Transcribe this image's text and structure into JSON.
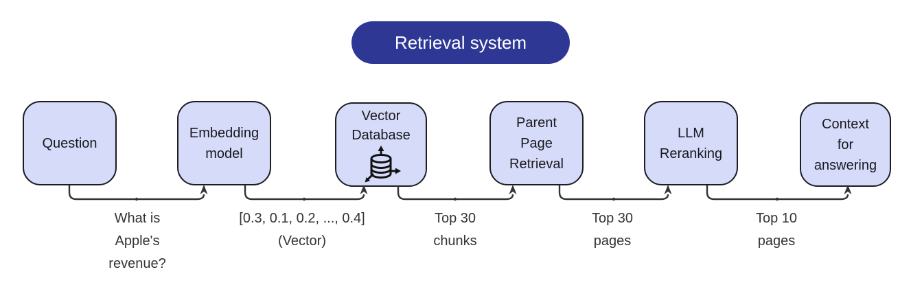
{
  "diagram": {
    "title": "Retrieval system",
    "nodes": [
      {
        "id": "question",
        "label": "Question"
      },
      {
        "id": "embedding-model",
        "label": "Embedding\nmodel"
      },
      {
        "id": "vector-database",
        "label": "Vector\nDatabase",
        "icon": "database-sync-icon"
      },
      {
        "id": "parent-page-retrieval",
        "label": "Parent\nPage\nRetrieval"
      },
      {
        "id": "llm-reranking",
        "label": "LLM\nReranking"
      },
      {
        "id": "context-for-answering",
        "label": "Context\nfor\nanswering"
      }
    ],
    "edges": [
      {
        "from": "question",
        "to": "embedding-model",
        "label": "What is\nApple's\nrevenue?"
      },
      {
        "from": "embedding-model",
        "to": "vector-database",
        "label": "[0.3, 0.1, 0.2, ..., 0.4]\n(Vector)"
      },
      {
        "from": "vector-database",
        "to": "parent-page-retrieval",
        "label": "Top 30\nchunks"
      },
      {
        "from": "parent-page-retrieval",
        "to": "llm-reranking",
        "label": "Top 30\npages"
      },
      {
        "from": "llm-reranking",
        "to": "context-for-answering",
        "label": "Top 10\npages"
      }
    ],
    "colors": {
      "title_bg": "#2e3894",
      "title_fg": "#ffffff",
      "node_fill": "#d7dbfa",
      "node_border": "#1a1d21",
      "edge_line": "#333333",
      "label_text": "#333333"
    }
  }
}
